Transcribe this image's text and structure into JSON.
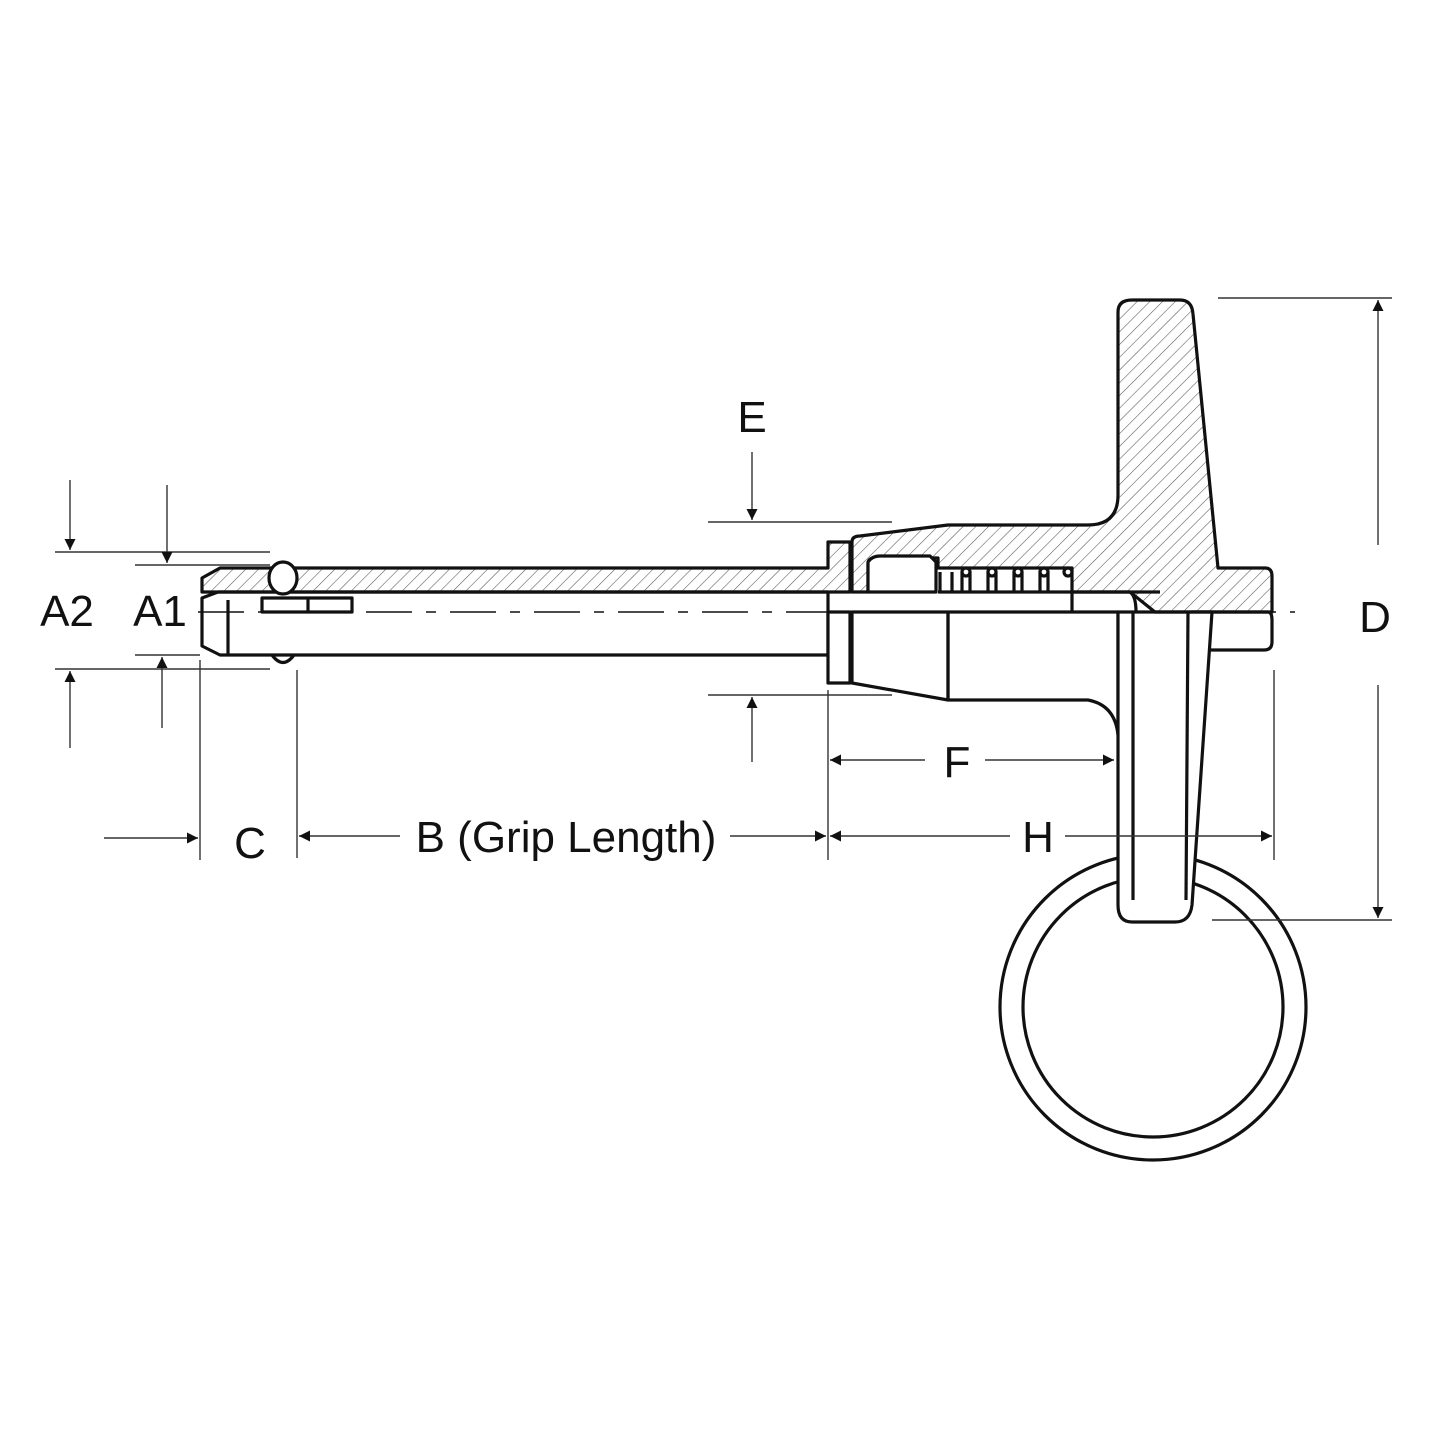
{
  "diagram": {
    "labels": {
      "a2": "A2",
      "a1": "A1",
      "e": "E",
      "c": "C",
      "b": "B (Grip Length)",
      "f": "F",
      "h": "H",
      "d": "D"
    },
    "colors": {
      "line": "#111111",
      "background": "#ffffff"
    }
  }
}
